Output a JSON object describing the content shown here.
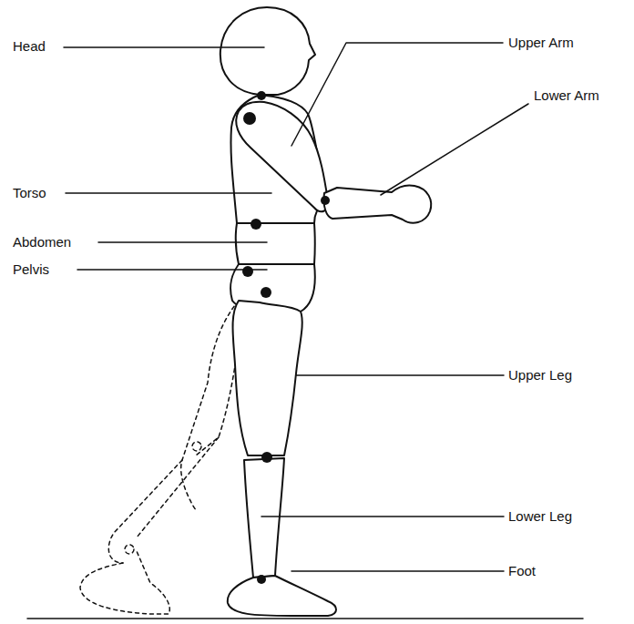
{
  "diagram": {
    "labels": [
      "Head",
      "Upper Arm",
      "Torso",
      "Lower Arm",
      "Abdomen",
      "Pelvis",
      "Upper Leg",
      "Lower Leg",
      "Foot"
    ]
  }
}
